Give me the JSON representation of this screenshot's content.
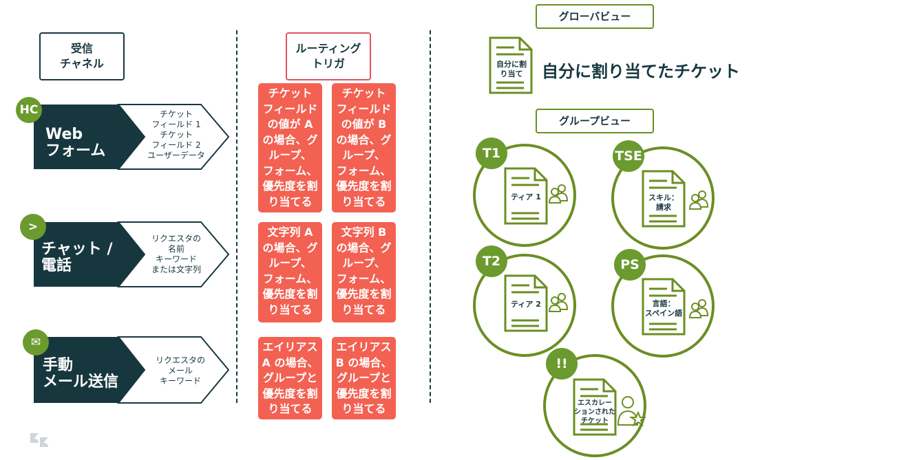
{
  "headers": {
    "channels": "受信\nチャネル",
    "triggers": "ルーティング\nトリガ",
    "global_view": "グローバビュー",
    "group_view": "グループビュー"
  },
  "channels": [
    {
      "badge": "HC",
      "label": "Web\nフォーム",
      "fields": "チケット\nフィールド 1\nチケット\nフィールド 2\nユーザーデータ",
      "icon": "hc-badge"
    },
    {
      "badge": ">",
      "label": "チャット /\n電話",
      "fields": "リクエスタの\n名前\nキーワード\nまたは文字列",
      "icon": "chat-prompt-icon"
    },
    {
      "badge": "✉",
      "label": "手動\nメール送信",
      "fields": "リクエスタの\nメール\nキーワード",
      "icon": "envelope-icon"
    }
  ],
  "rules": [
    [
      "チケット\nフィールド\nの値が A\nの場合、グ\nループ、\nフォーム、\n優先度を割\nり当てる",
      "チケット\nフィールド\nの値が B\nの場合、グ\nループ、\nフォーム、\n優先度を割\nり当てる"
    ],
    [
      "文字列 A\nの場合、グ\nループ、\nフォーム、\n優先度を割\nり当てる",
      "文字列 B\nの場合、グ\nループ、\nフォーム、\n優先度を割\nり当てる"
    ],
    [
      "エイリアス\nA の場合、\nグループと\n優先度を割\nり当てる",
      "エイリアス\nB の場合、\nグループと\n優先度を割\nり当てる"
    ]
  ],
  "global_view": {
    "doc_label": "自分に割\nり当て",
    "title": "自分に割り当てたチケット"
  },
  "groups": [
    {
      "badge": "T1",
      "doc_label": "ティア 1"
    },
    {
      "badge": "TSE",
      "doc_label": "スキル：\n請求"
    },
    {
      "badge": "T2",
      "doc_label": "ティア 2"
    },
    {
      "badge": "PS",
      "doc_label": "言語：\nスペイン語"
    },
    {
      "badge": "!!",
      "doc_label": "エスカレー\nションされた\nチケット"
    }
  ],
  "colors": {
    "navy": "#17373f",
    "green": "#6b8e23",
    "badge_green": "#6b9a2e",
    "rule_red": "#f26152",
    "trigger_border": "#e05264"
  },
  "logo": "zendesk-logo"
}
